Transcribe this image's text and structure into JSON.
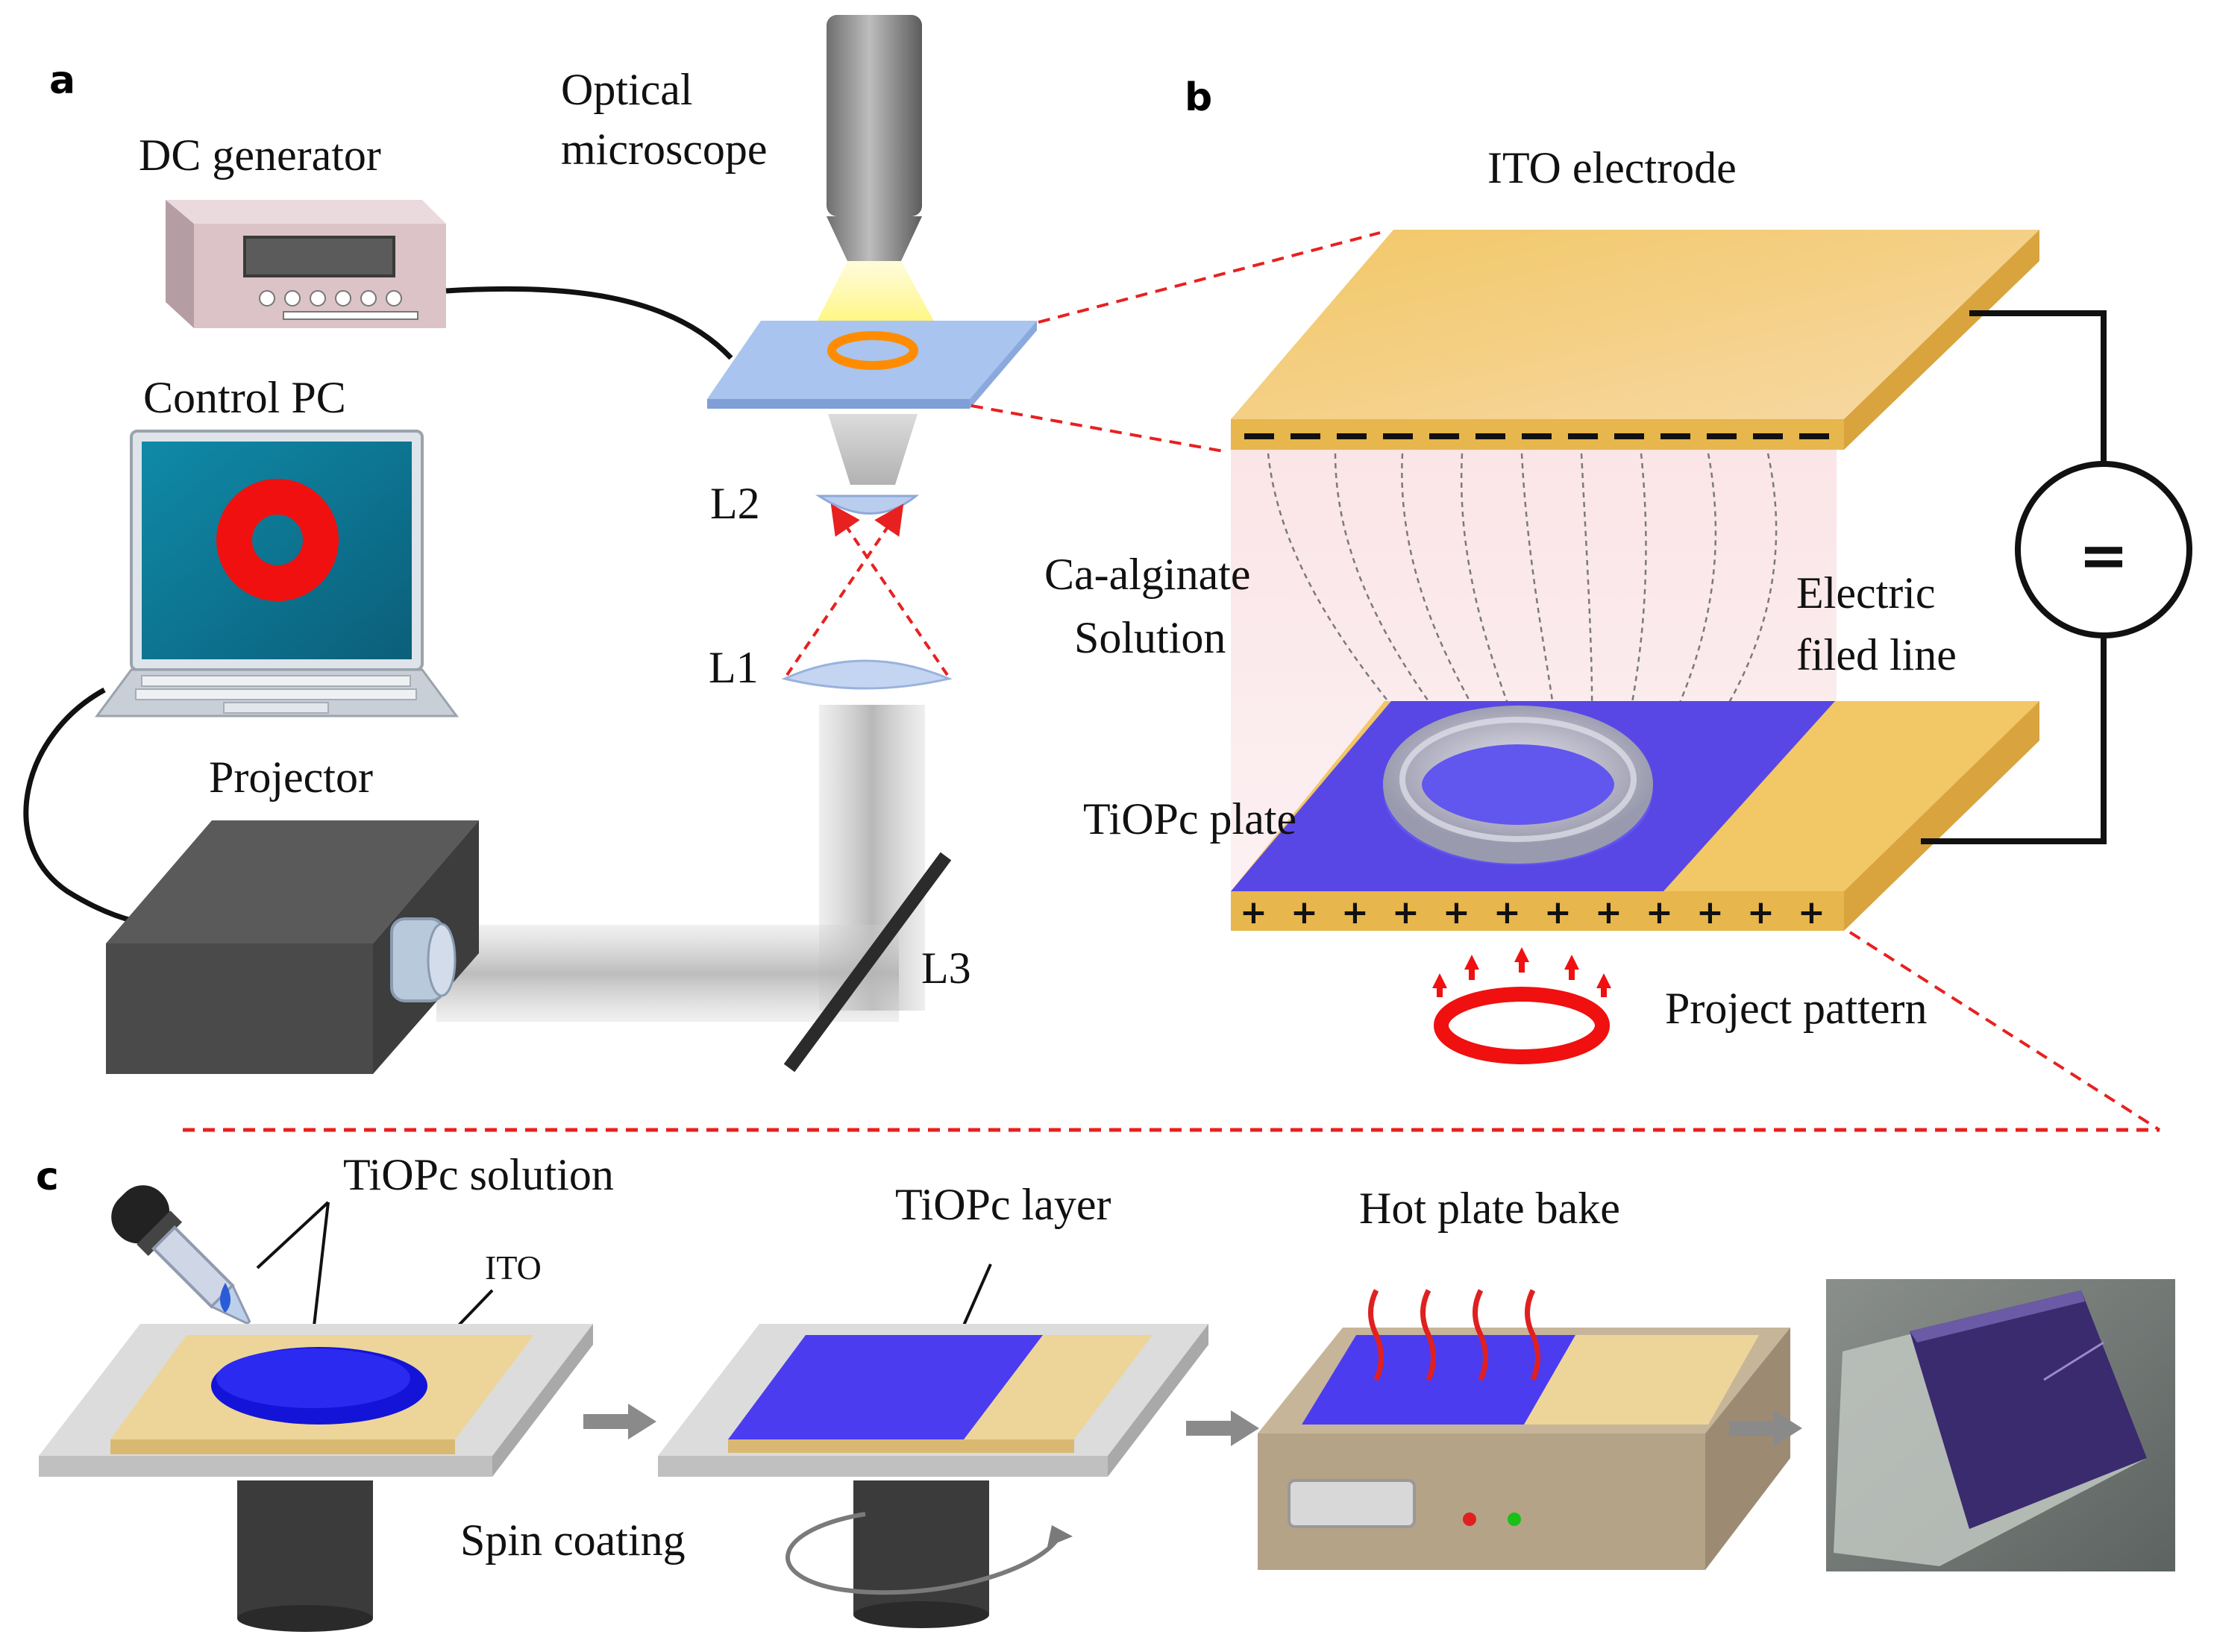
{
  "panels": {
    "a": "a",
    "b": "b",
    "c": "c"
  },
  "panel_a": {
    "dc_generator": "DC generator",
    "optical_microscope_line1": "Optical",
    "optical_microscope_line2": "microscope",
    "control_pc": "Control PC",
    "projector": "Projector",
    "lens_l1": "L1",
    "lens_l2": "L2",
    "lens_l3": "L3"
  },
  "panel_b": {
    "ito_electrode": "ITO electrode",
    "solution_line1": "Ca-alginate",
    "solution_line2": "Solution",
    "field_line1": "Electric",
    "field_line2": "filed line",
    "tiopc_plate": "TiOPc plate",
    "project_pattern": "Project pattern",
    "dc_symbol": "=",
    "top_charge": "-",
    "bottom_charge": "+"
  },
  "panel_c": {
    "tiopc_solution": "TiOPc solution",
    "ito": "ITO",
    "tiopc_layer": "TiOPc layer",
    "hot_plate_bake": "Hot plate bake",
    "spin_coating": "Spin coating"
  },
  "colors": {
    "ito_gold": "#e8b54a",
    "tiopc_blue": "#3b35f0",
    "ring_red": "#f01010",
    "dashed_red": "#e82020",
    "projector_gray": "#4a4a4a"
  }
}
